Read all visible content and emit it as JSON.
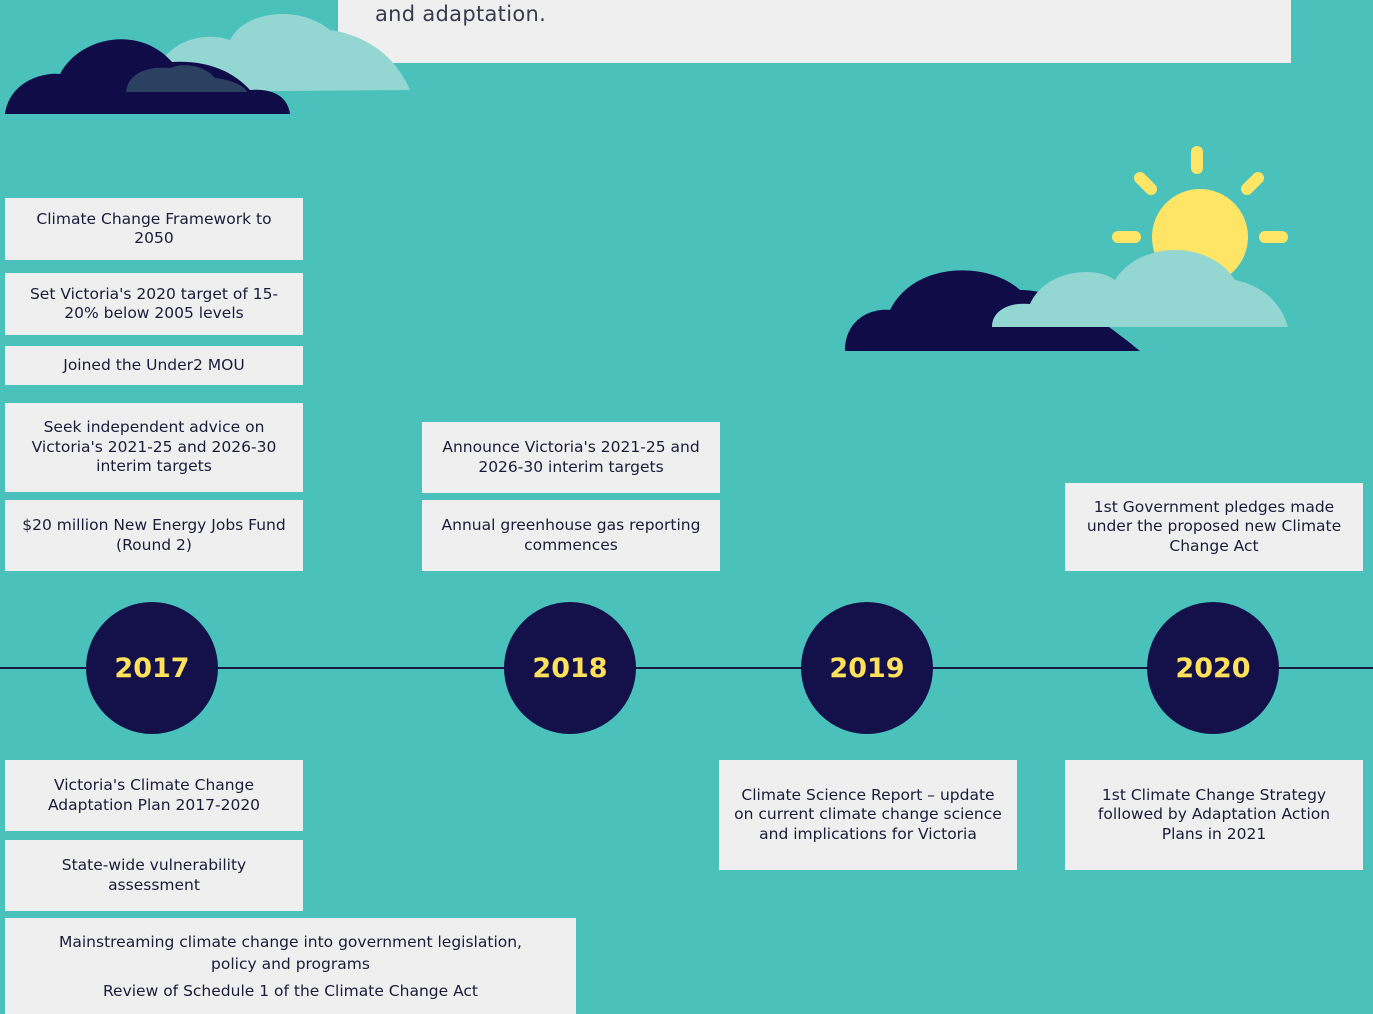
{
  "intro": {
    "text": "and adaptation."
  },
  "years": {
    "y2017": "2017",
    "y2018": "2018",
    "y2019": "2019",
    "y2020": "2020"
  },
  "top_2017": {
    "b1": "Climate Change Framework to 2050",
    "b2": "Set Victoria's 2020 target of 15-20% below 2005 levels",
    "b3": "Joined the Under2 MOU",
    "b4": "Seek independent advice on Victoria's 2021-25 and 2026-30 interim targets",
    "b5": "$20 million New Energy Jobs Fund (Round 2)"
  },
  "top_2018": {
    "b1": "Announce Victoria's 2021-25 and 2026-30 interim targets",
    "b2": "Annual greenhouse gas reporting commences"
  },
  "top_2020": {
    "b1": "1st Government pledges made under the proposed new Climate Change Act"
  },
  "bottom_2017": {
    "b1": "Victoria's Climate Change Adaptation Plan 2017-2020",
    "b2": "State-wide vulnerability assessment",
    "b3_line1": "Mainstreaming climate change into government legislation, policy and programs",
    "b3_line2": "Review of Schedule 1 of the Climate Change Act"
  },
  "bottom_2019": {
    "b1": "Climate Science Report – update on current climate change science and implications for Victoria"
  },
  "bottom_2020": {
    "b1": "1st Climate Change Strategy followed by Adaptation Action Plans in 2021"
  },
  "colors": {
    "background": "#4bc1bc",
    "box": "#efefef",
    "circle": "#14114a",
    "year_text": "#ffe15a",
    "cloud_dark": "#100c48",
    "cloud_light": "#93d6d2",
    "sun": "#ffe566"
  }
}
